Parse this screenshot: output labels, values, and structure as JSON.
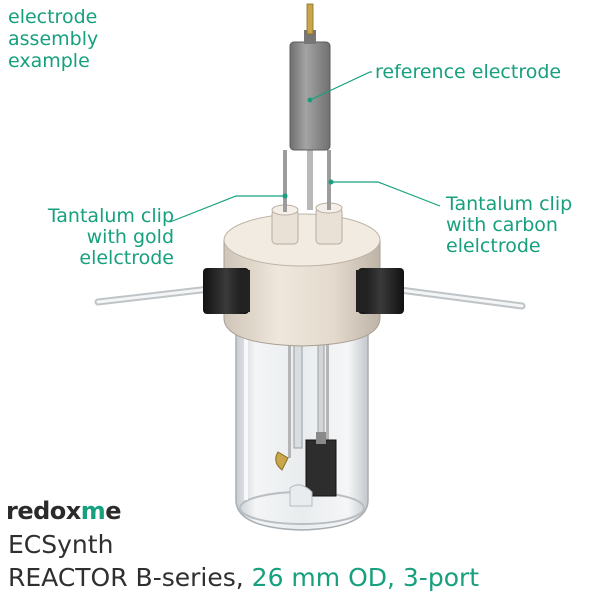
{
  "labels": {
    "assembly": "electrode\nassembly\nexample",
    "reference": "reference electrode",
    "gold": "Tantalum clip\nwith gold\nelelctrode",
    "carbon": "Tantalum clip\nwith carbon\nelelctrode"
  },
  "brand": {
    "prefix": "redox",
    "accent": "m",
    "suffix": "e"
  },
  "product": "ECSynth",
  "series": {
    "name": "REACTOR B-series,",
    "spec": " 26 mm OD, 3-port"
  },
  "colors": {
    "accent": "#17a07e",
    "cap": "#e9e0d4",
    "knob": "#1c1c1c",
    "glass": "#d7dce0",
    "reference_body": "#8e8e8e"
  }
}
